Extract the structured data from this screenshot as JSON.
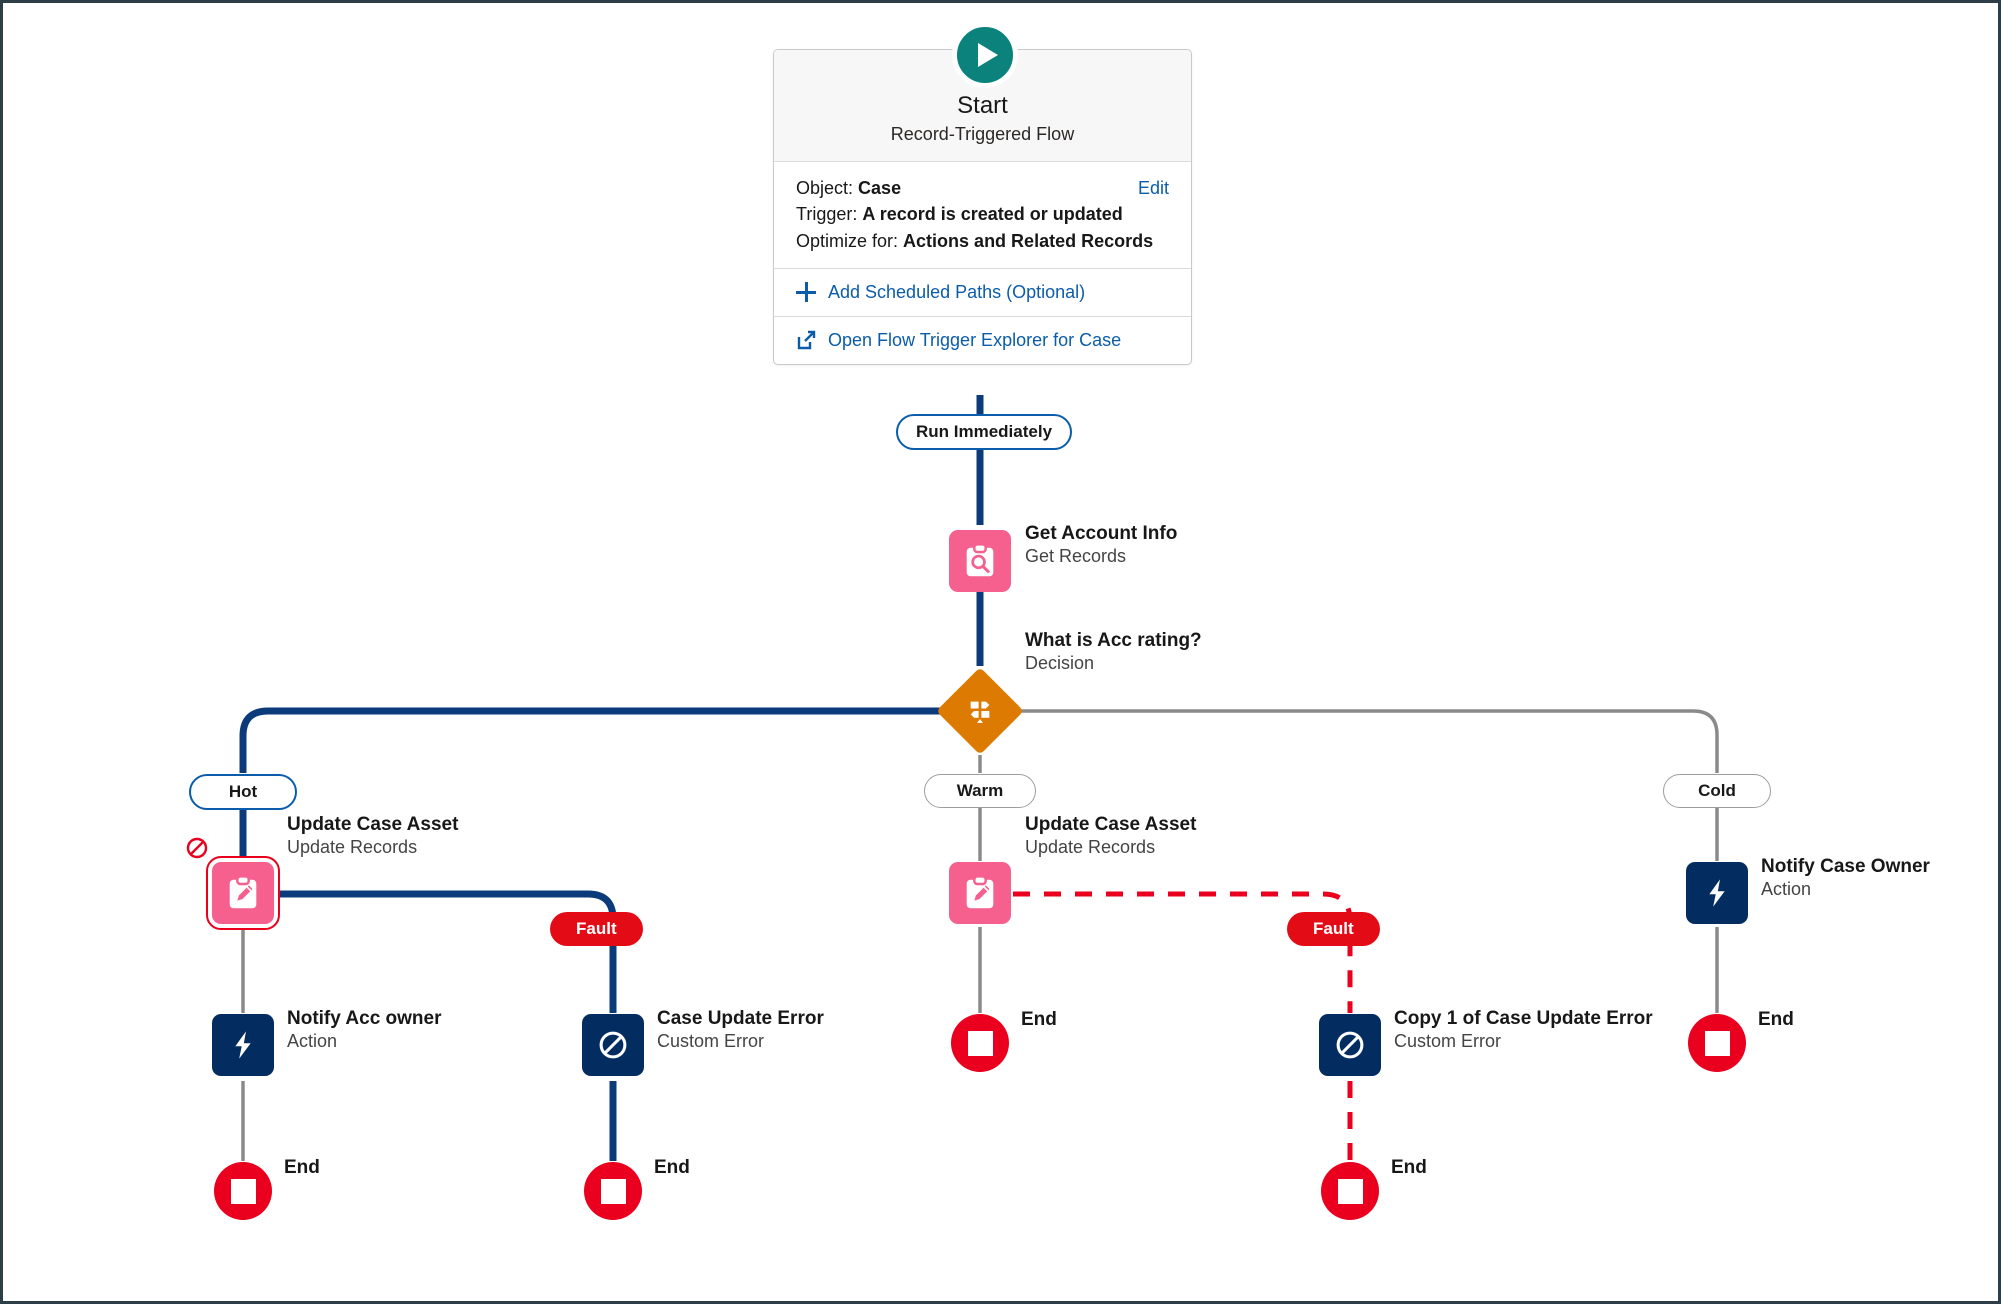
{
  "canvas": {
    "title": "Flow Builder Canvas",
    "background": "#ffffff",
    "border_color": "#2e3e48"
  },
  "colors": {
    "start_accent": "#0b827c",
    "link": "#0b5cab",
    "get_records": "#f5608f",
    "update_records": "#f5608f",
    "decision": "#dd7a01",
    "action": "#032d60",
    "custom_error": "#032d60",
    "end": "#ea001e",
    "fault": "#e30b16",
    "connector_default": "#8a8a8a",
    "connector_highlight": "#0b3b7a",
    "selection_ring": "#e8001c"
  },
  "start": {
    "icon": "play-icon",
    "title": "Start",
    "subtitle": "Record-Triggered Flow",
    "object_label": "Object:",
    "object_value": "Case",
    "edit_label": "Edit",
    "trigger_label": "Trigger:",
    "trigger_value": "A record is created or updated",
    "optimize_label": "Optimize for:",
    "optimize_value": "Actions and Related Records",
    "add_scheduled_paths": "Add Scheduled Paths (Optional)",
    "add_scheduled_paths_icon": "plus-icon",
    "open_trigger_explorer": "Open Flow Trigger Explorer for Case",
    "open_trigger_explorer_icon": "external-link-icon"
  },
  "path_labels": {
    "run_immediately": "Run Immediately",
    "hot": "Hot",
    "warm": "Warm",
    "cold": "Cold",
    "fault_left": "Fault",
    "fault_middle": "Fault"
  },
  "nodes": {
    "get_account_info": {
      "name": "Get Account Info",
      "type": "Get Records",
      "icon": "clipboard-search-icon"
    },
    "decision": {
      "name": "What is Acc rating?",
      "type": "Decision",
      "icon": "signpost-icon"
    },
    "update_case_asset_hot": {
      "name": "Update Case Asset",
      "type": "Update Records",
      "icon": "clipboard-pencil-icon",
      "selected": true,
      "badge_icon": "blocked-icon"
    },
    "notify_acc_owner": {
      "name": "Notify Acc owner",
      "type": "Action",
      "icon": "lightning-bolt-icon"
    },
    "case_update_error": {
      "name": "Case Update Error",
      "type": "Custom Error",
      "icon": "no-entry-icon"
    },
    "update_case_asset_warm": {
      "name": "Update Case Asset",
      "type": "Update Records",
      "icon": "clipboard-pencil-icon"
    },
    "copy_case_update_error": {
      "name": "Copy 1 of Case Update Error",
      "type": "Custom Error",
      "icon": "no-entry-icon"
    },
    "notify_case_owner": {
      "name": "Notify Case Owner",
      "type": "Action",
      "icon": "lightning-bolt-icon"
    }
  },
  "end_nodes": [
    {
      "id": "end-hot-main",
      "label": "End"
    },
    {
      "id": "end-hot-fault",
      "label": "End"
    },
    {
      "id": "end-warm-main",
      "label": "End"
    },
    {
      "id": "end-warm-fault",
      "label": "End"
    },
    {
      "id": "end-cold-main",
      "label": "End"
    }
  ]
}
